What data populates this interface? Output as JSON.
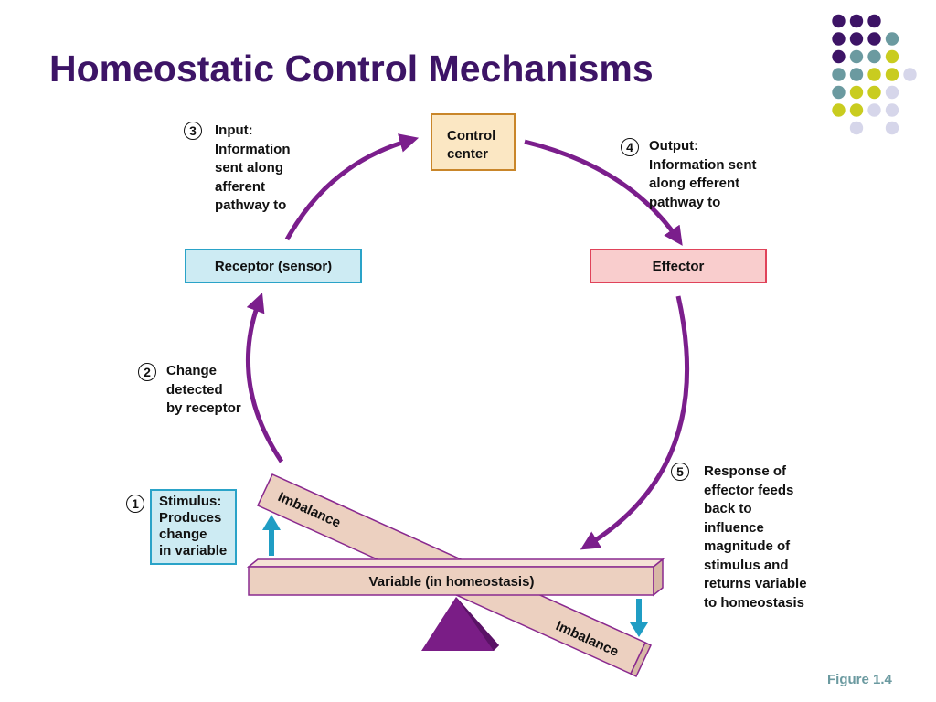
{
  "title": "Homeostatic Control Mechanisms",
  "figure_label": "Figure 1.4",
  "boxes": {
    "control_center": "Control\ncenter",
    "receptor": "Receptor (sensor)",
    "effector": "Effector",
    "stimulus": "Stimulus:\nProduces\nchange\nin variable",
    "variable": "Variable (in homeostasis)"
  },
  "steps": [
    {
      "number": "1",
      "text": ""
    },
    {
      "number": "2",
      "text": "Change\ndetected\nby receptor"
    },
    {
      "number": "3",
      "text": "Input:\nInformation\nsent along\nafferent\npathway to"
    },
    {
      "number": "4",
      "text": "Output:\nInformation sent\nalong efferent\npathway to"
    },
    {
      "number": "5",
      "text": "Response of\neffector feeds\nback to\ninfluence\nmagnitude of\nstimulus and\nreturns variable\nto homeostasis"
    }
  ],
  "beam_labels": {
    "upper": "Imbalance",
    "lower": "Imbalance"
  },
  "colors": {
    "title": "#3d1466",
    "arrow": "#7b1e8c",
    "blue_arrow": "#1f9dc4",
    "beam_fill": "#ecd0c0",
    "beam_edge": "#8a2a8f",
    "fulcrum": "#7a1d86",
    "dot_purple": "#3d1466",
    "dot_teal": "#6b9aa0",
    "dot_yellow": "#c9cc1f",
    "dot_lavender": "#d6d6ea"
  }
}
